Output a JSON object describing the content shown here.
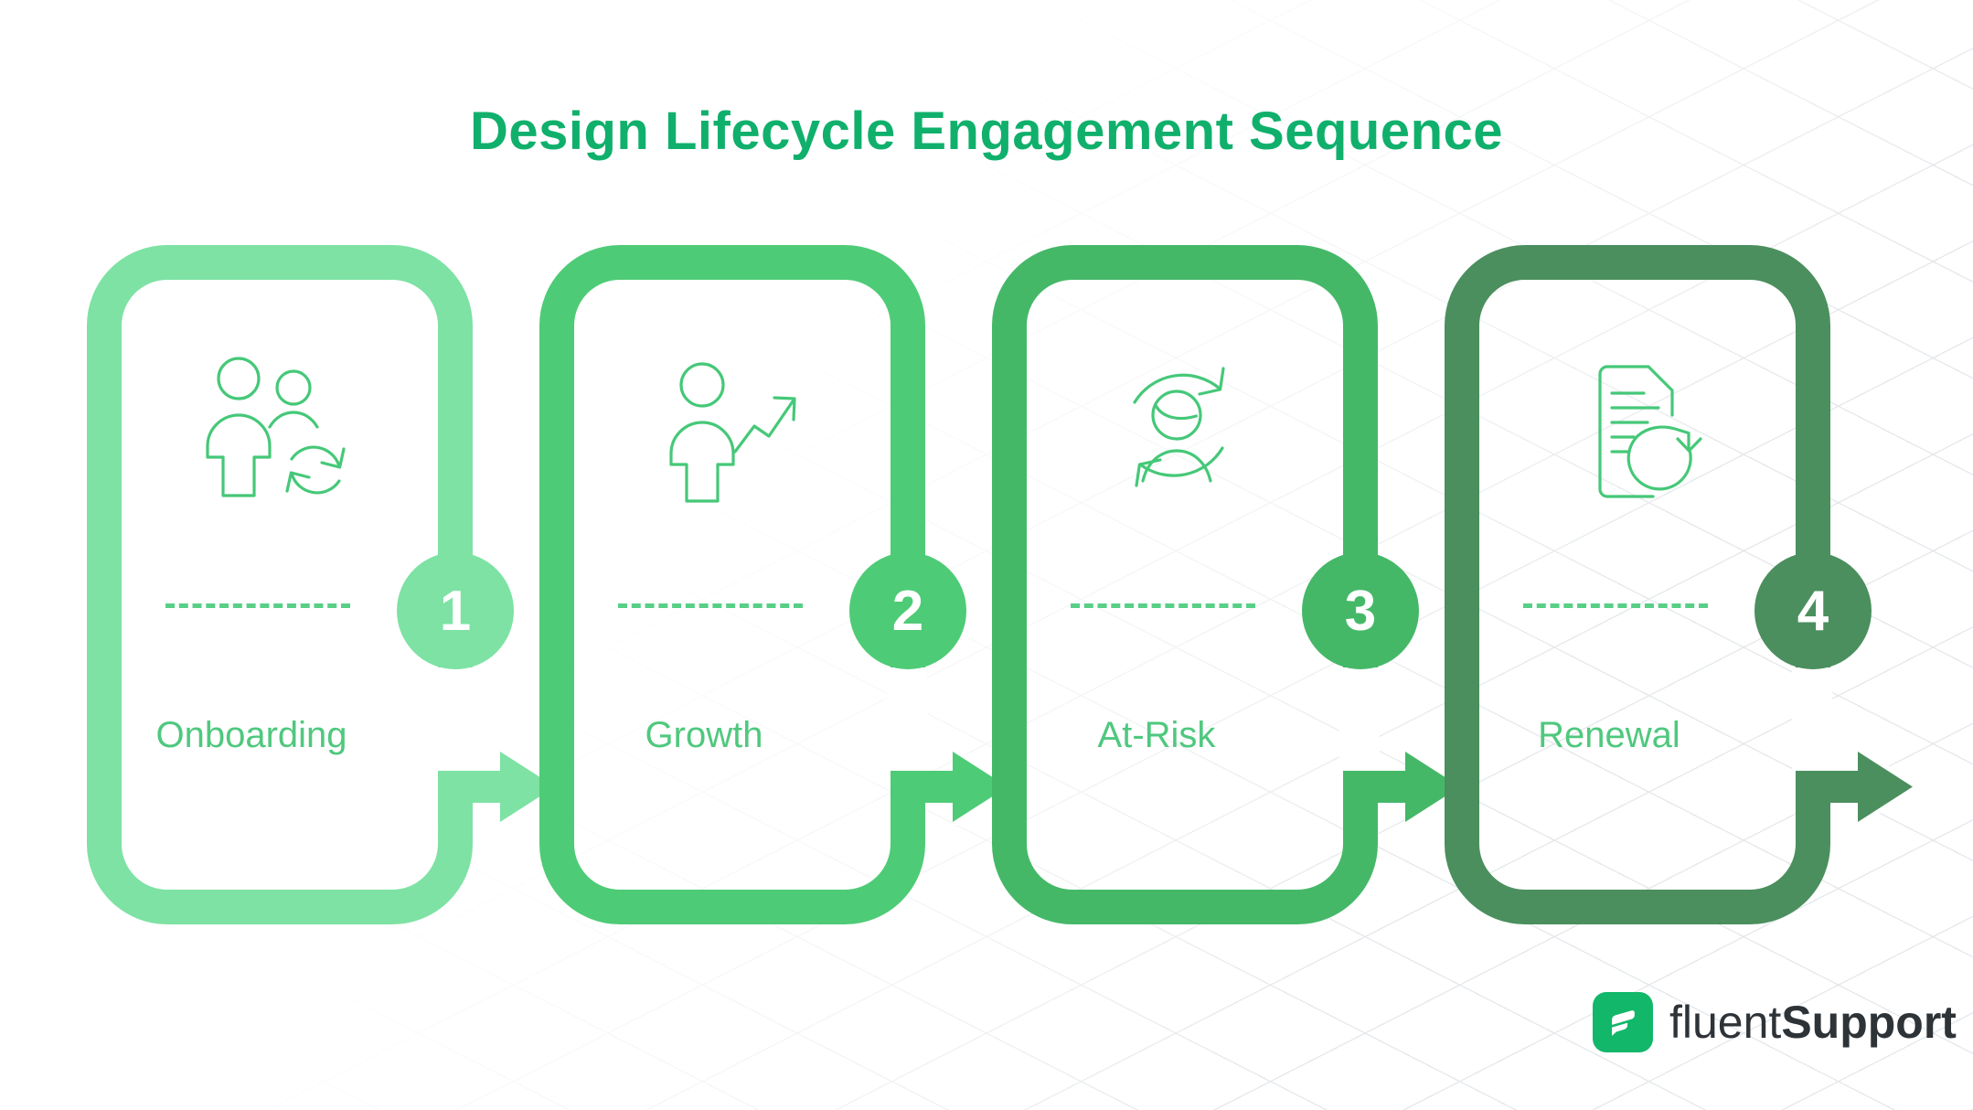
{
  "title": "Design Lifecycle Engagement Sequence",
  "stages": [
    {
      "number": "1",
      "label": "Onboarding",
      "color": "#7de2a4",
      "icon": "users-sync-icon"
    },
    {
      "number": "2",
      "label": "Growth",
      "color": "#4ecb76",
      "icon": "user-growth-icon"
    },
    {
      "number": "3",
      "label": "At-Risk",
      "color": "#45b868",
      "icon": "user-refresh-icon"
    },
    {
      "number": "4",
      "label": "Renewal",
      "color": "#4b8f5e",
      "icon": "document-renew-icon"
    }
  ],
  "logo": {
    "brand_regular": "fluent",
    "brand_bold": "Support"
  },
  "theme": {
    "title_color": "#10b06c",
    "label_color": "#4fc87e",
    "dash_color": "#58cf87",
    "icon_stroke": "#45c878",
    "logo_green": "#12b76a",
    "logo_text": "#2e3338",
    "grid_line": "#e6e9ec",
    "background": "#ffffff"
  }
}
